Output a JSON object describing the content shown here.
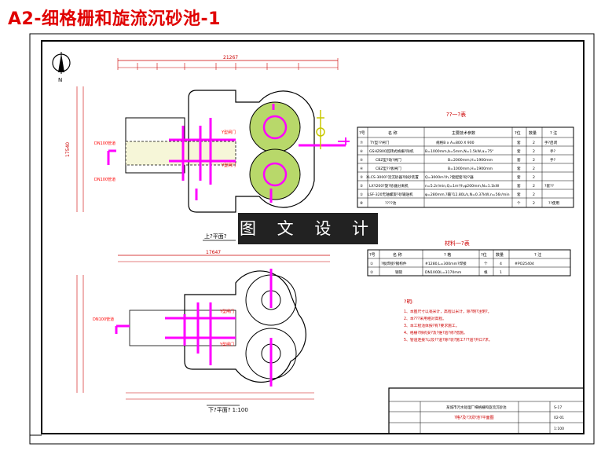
{
  "title": "A2-细格栅和旋流沉砂池-1",
  "watermark": "图 文 设 计",
  "plan_top": {
    "label": "上?平面?",
    "total_dim": "21267",
    "height_dim": "17540"
  },
  "plan_bottom": {
    "label": "下?平面? 1:100",
    "total_dim": "17647"
  },
  "equipment_table": {
    "title": "??一?表",
    "header": [
      "?号",
      "名 称",
      "主要技术参数",
      "?位",
      "数量",
      "? 注"
    ],
    "rows": [
      [
        "⑦",
        "TY型??闸门",
        "规格B x A=800 X 900",
        "套",
        "2",
        "手?启闭"
      ],
      [
        "⑥",
        "GSHZ800回转式格栅?除机",
        "B=1000mm,b=5mm,N=1.5kW,α=75°",
        "套",
        "2",
        "手?"
      ],
      [
        "⑤",
        "CBZ型?动?闸门",
        "B=2000mm,H=1900mm",
        "套",
        "2",
        "手?"
      ],
      [
        "④",
        "CBZ型??板闸门",
        "B=1000mm,H=1900mm",
        "套",
        "2",
        ""
      ],
      [
        "③",
        "XLCS-3000?流沉砂器?除砂装置",
        "Q=3000m³/h,?套配套?砂?器",
        "套",
        "2",
        ""
      ],
      [
        "②",
        "LXY200?旋?砂器分离机",
        "n=5.2r/min,Q=1m³/h,φ200mm,N=1.1kW",
        "套",
        "2",
        "?套??"
      ],
      [
        "①",
        "LSF-320无轴螺旋?砂输送机",
        "φ=280mm,?输?12.80L/s,N=0.37kW,n=56r/min",
        "套",
        "2",
        ""
      ],
      [
        "⑧",
        "????池",
        "",
        "个",
        "2",
        "??使用"
      ]
    ]
  },
  "materials_table": {
    "title": "材料一?表",
    "header": [
      "?号",
      "名 称",
      "? 格",
      "?位",
      "数量",
      "? 注"
    ],
    "rows": [
      [
        "①",
        "?板焊接?钢构件",
        "#1280,L=300mm?焊接",
        "个",
        "4",
        "#PO25404"
      ],
      [
        "②",
        "钢管",
        "DN100DL=3170mm",
        "根",
        "1",
        ""
      ]
    ]
  },
  "notes": {
    "title": "?明:",
    "items": [
      "1、本图尺寸以毫米计，高程以米计，除?明?注明?。",
      "2、本???采用相对高程。",
      "3、本工程池体按?有?要求施工。",
      "4、格栅?除机安?及?维?验?修?措施。",
      "5、管道连接?以及??道?除?装?施工???道?开口?求。"
    ]
  },
  "title_block": {
    "project": "某城市污水处理厂细格栅和旋流沉砂池",
    "drawing": "?格?及?沉砂池?平面图",
    "drawing_no": "S-17",
    "sheet": "02-01",
    "scale": "1:100"
  },
  "north_label": "N",
  "colors": {
    "title": "#e00000",
    "structure": "#ff00ff",
    "concrete": "#9acd32",
    "linework": "#000000",
    "annotation": "#ff0000"
  }
}
